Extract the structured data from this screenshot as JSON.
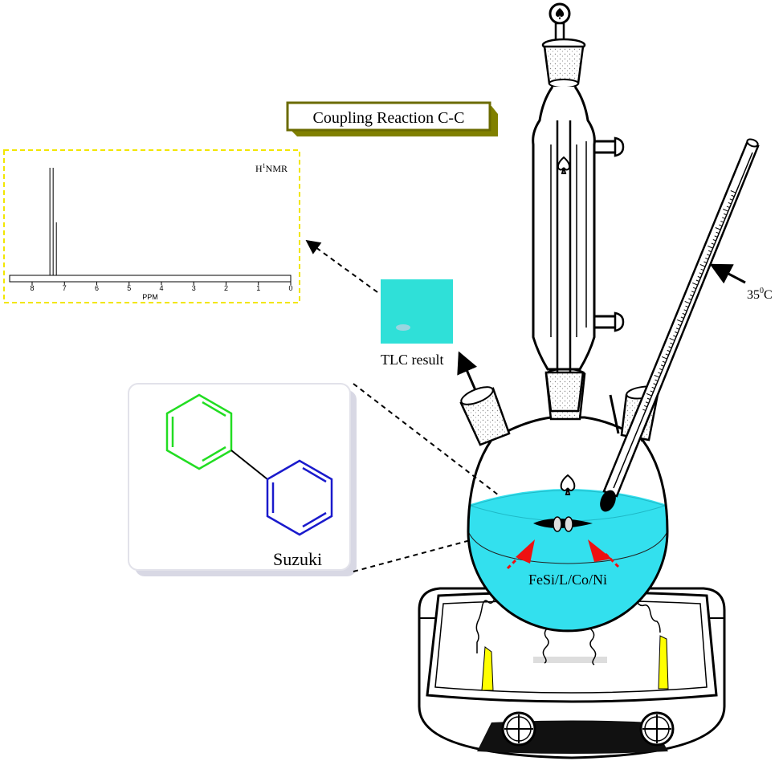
{
  "title": {
    "text": "Coupling Reaction C-C",
    "box_color": "#6b6b00",
    "box_shadow": "#808000"
  },
  "nmr": {
    "label_main": "H",
    "label_sup": "1",
    "label_tail": "NMR",
    "axis_label": "PPM",
    "ticks": [
      "8",
      "7",
      "6",
      "5",
      "4",
      "3",
      "2",
      "1",
      "0"
    ],
    "peaks_ppm": [
      7.45,
      7.35,
      7.25
    ],
    "border_color": "#f2e600"
  },
  "tlc": {
    "label": "TLC result",
    "plate_color": "#2fe0d8"
  },
  "temperature": {
    "value": "35",
    "sup": "0",
    "unit": "C"
  },
  "molecule": {
    "name": "Suzuki",
    "ring1_color": "#22dd22",
    "ring2_color": "#1a1acc"
  },
  "catalyst": {
    "label": "FeSi/L/Co/Ni"
  },
  "colors": {
    "solution": "#33e0ee",
    "arrow_red": "#ee1111",
    "heater_yellow": "#ffff00"
  }
}
